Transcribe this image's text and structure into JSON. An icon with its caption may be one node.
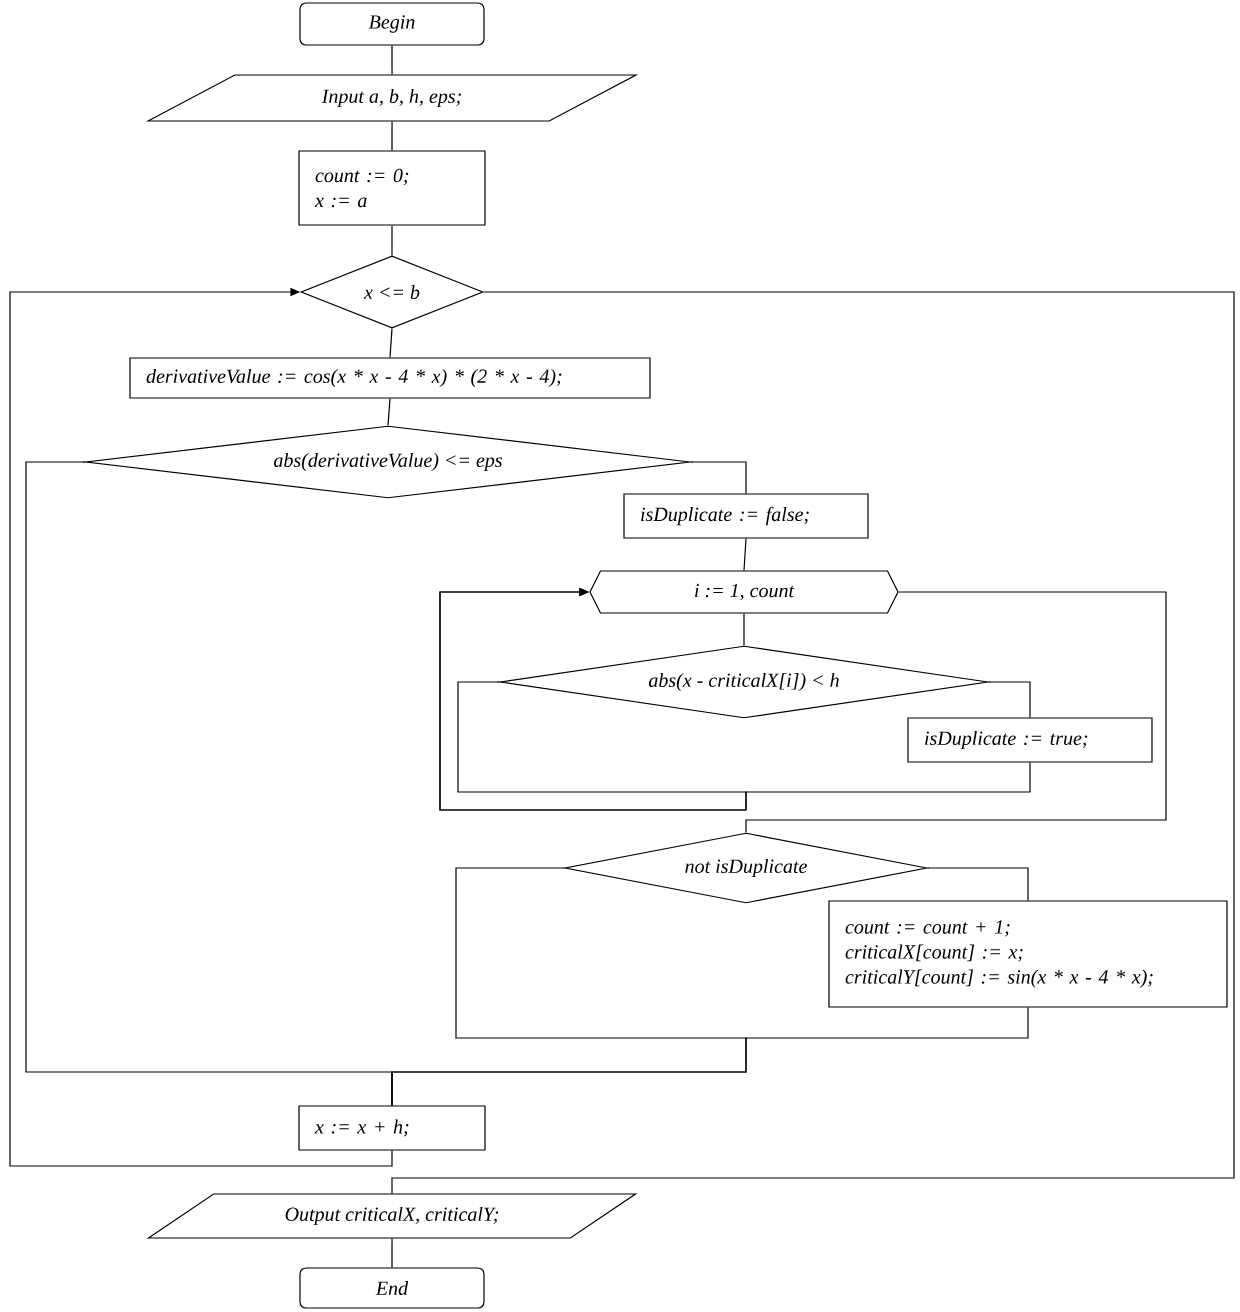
{
  "diagram": {
    "nodes": [
      {
        "text": [
          "Begin"
        ]
      },
      {
        "text": [
          "Input a, b, h, eps;"
        ]
      },
      {
        "text": [
          "count := 0;",
          "x := a"
        ]
      },
      {
        "text": [
          "x <= b"
        ]
      },
      {
        "text": [
          "derivativeValue := cos(x * x - 4 * x) * (2 * x - 4);"
        ]
      },
      {
        "text": [
          "abs(derivativeValue) <= eps"
        ]
      },
      {
        "text": [
          "isDuplicate := false;"
        ]
      },
      {
        "text": [
          "i := 1, count"
        ]
      },
      {
        "text": [
          "abs(x - criticalX[i]) < h"
        ]
      },
      {
        "text": [
          "isDuplicate := true;"
        ]
      },
      {
        "text": [
          "not isDuplicate"
        ]
      },
      {
        "text": [
          "count := count + 1;",
          "criticalX[count] := x;",
          "criticalY[count] := sin(x * x - 4 * x);"
        ]
      },
      {
        "text": [
          "x := x + h;"
        ]
      },
      {
        "text": [
          "Output criticalX, criticalY;"
        ]
      },
      {
        "text": [
          "End"
        ]
      }
    ],
    "edges": [
      {
        "from": 0,
        "to": 1,
        "arrow": "none"
      },
      {
        "from": 1,
        "to": 2,
        "arrow": "none"
      },
      {
        "from": 2,
        "to": 3,
        "arrow": "none"
      },
      {
        "from": 3,
        "to": 4,
        "arrow": "none"
      },
      {
        "from": 4,
        "to": 5,
        "arrow": "none"
      },
      {
        "from": 5,
        "to": 6,
        "arrow": "none"
      },
      {
        "from": 6,
        "to": 7,
        "arrow": "none"
      },
      {
        "from": 7,
        "to": 8,
        "arrow": "none"
      },
      {
        "from": 8,
        "to": 9,
        "arrow": "none"
      },
      {
        "from": 8,
        "to": 7,
        "arrow": "to"
      },
      {
        "from": 9,
        "to": 7,
        "arrow": "to"
      },
      {
        "from": 7,
        "to": 10,
        "arrow": "none"
      },
      {
        "from": 10,
        "to": 11,
        "arrow": "none"
      },
      {
        "from": 10,
        "to": 12,
        "arrow": "none"
      },
      {
        "from": 11,
        "to": 12,
        "arrow": "none"
      },
      {
        "from": 5,
        "to": 12,
        "arrow": "none"
      },
      {
        "from": 12,
        "to": 3,
        "arrow": "to"
      },
      {
        "from": 3,
        "to": 13,
        "arrow": "none"
      },
      {
        "from": 13,
        "to": 14,
        "arrow": "none"
      }
    ]
  }
}
